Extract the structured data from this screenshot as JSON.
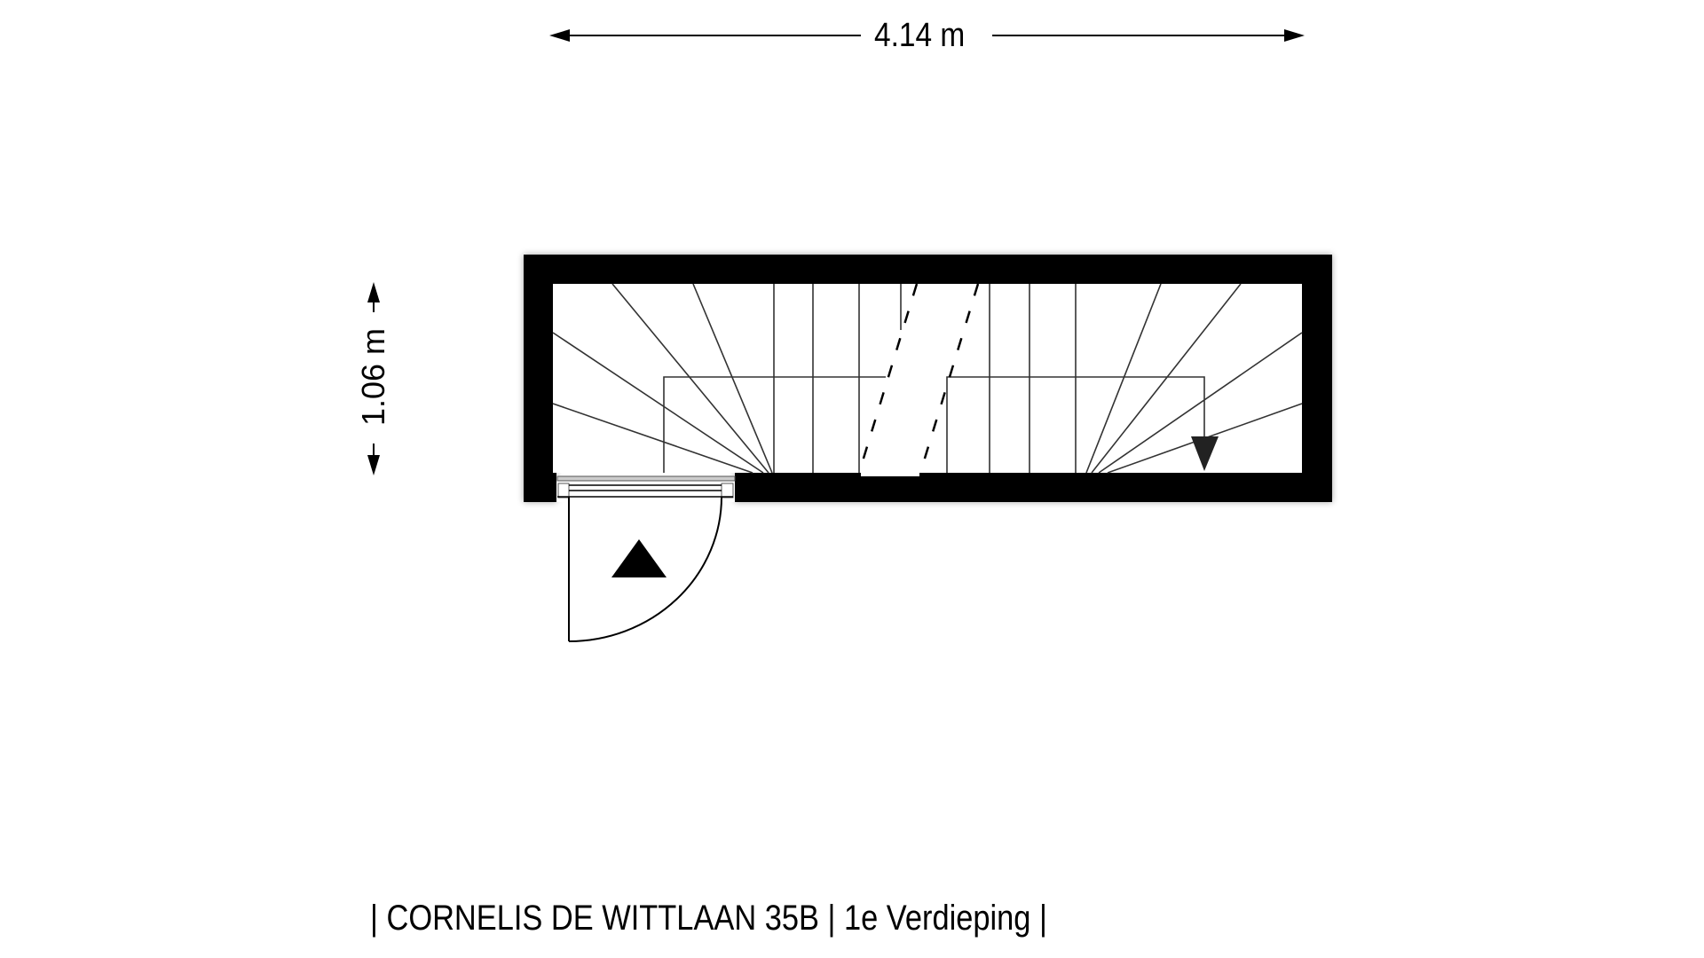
{
  "plan": {
    "width_dimension": "4.14 m",
    "height_dimension": "1.06 m",
    "caption": "| CORNELIS DE WITTLAAN 35B | 1e Verdieping |"
  },
  "colors": {
    "wall": "#000000",
    "line": "#333333",
    "background": "#ffffff"
  },
  "icons": {
    "entry_arrow": "triangle-up",
    "stair_direction_arrow": "triangle-down",
    "dimension_arrows": "double-headed-arrow"
  }
}
